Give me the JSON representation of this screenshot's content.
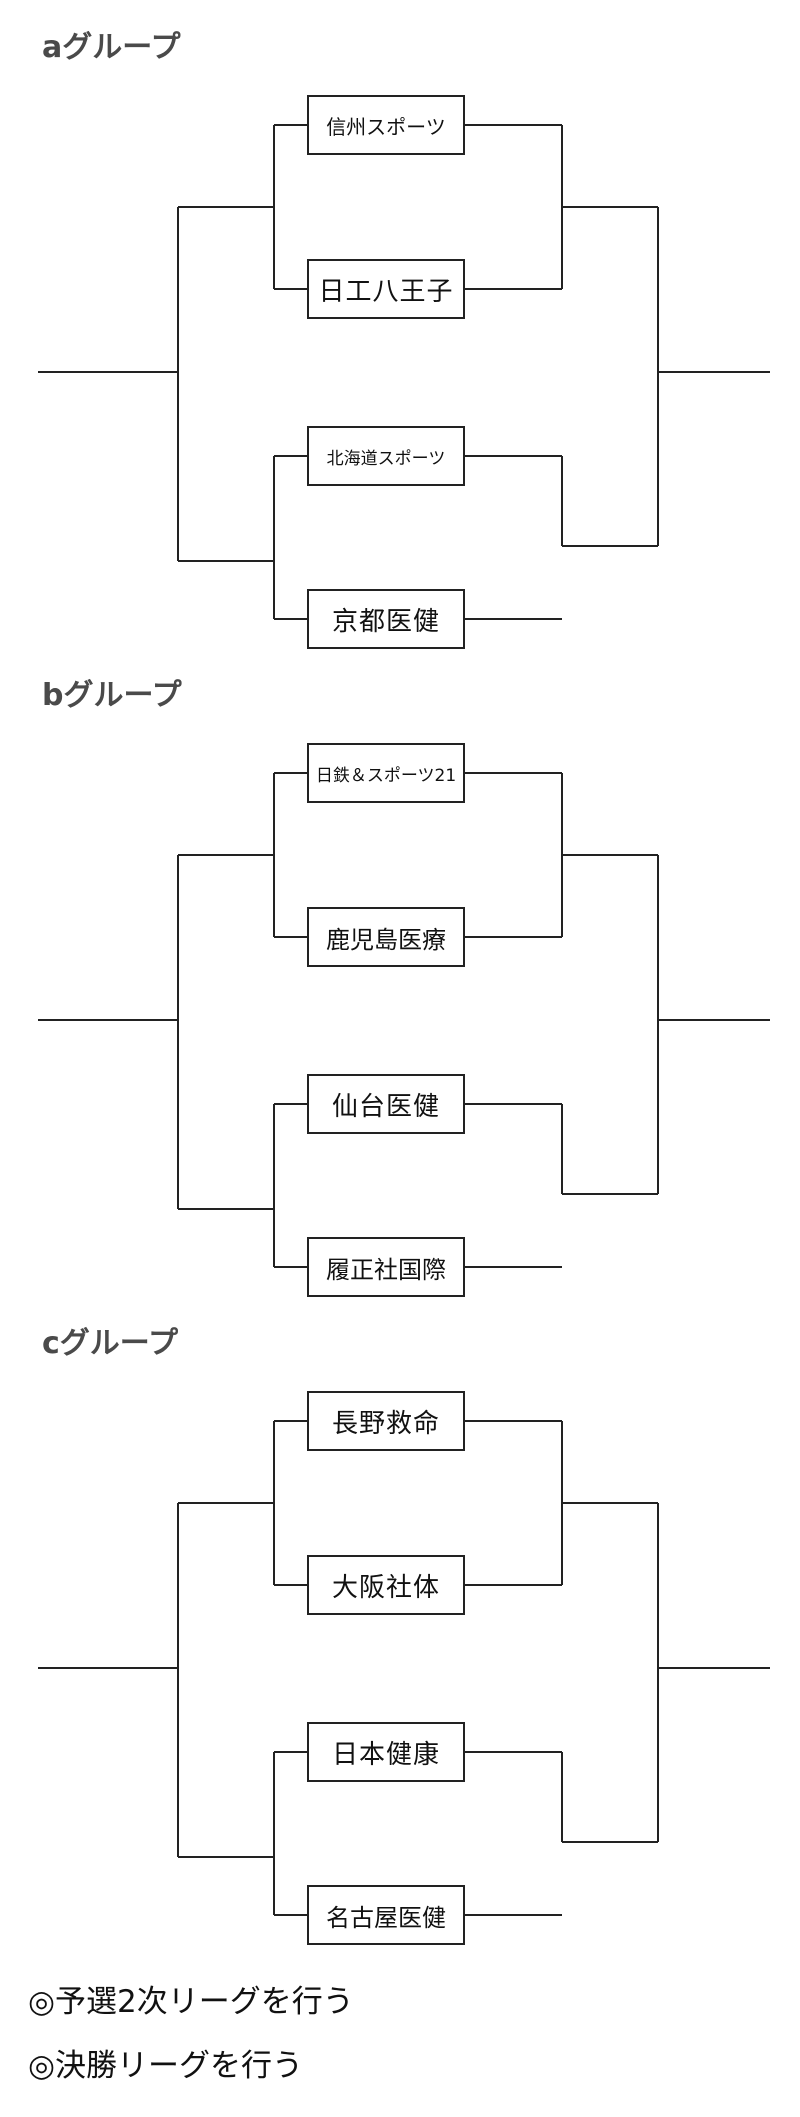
{
  "groups": [
    {
      "title": "aグループ",
      "teams": [
        "信州スポーツ",
        "日工八王子",
        "北海道スポーツ",
        "京都医健"
      ]
    },
    {
      "title": "bグループ",
      "teams": [
        "日鉄＆スポーツ21",
        "鹿児島医療",
        "仙台医健",
        "履正社国際"
      ]
    },
    {
      "title": "cグループ",
      "teams": [
        "長野救命",
        "大阪社体",
        "日本健康",
        "名古屋医健"
      ]
    }
  ],
  "notes": [
    "◎予選2次リーグを行う",
    "◎決勝リーグを行う"
  ]
}
